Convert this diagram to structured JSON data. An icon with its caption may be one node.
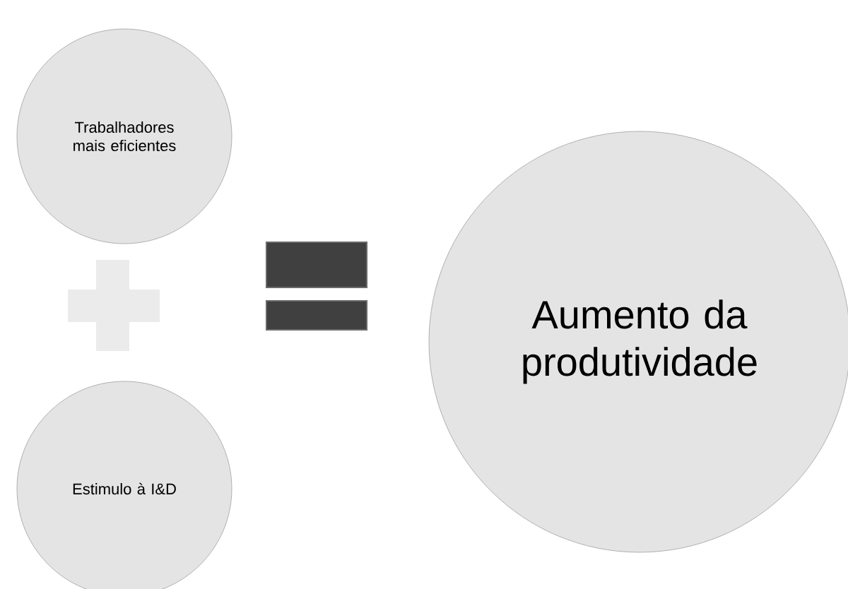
{
  "diagram": {
    "nodes": [
      {
        "text": [
          "Trabalhadores mais eficientes"
        ]
      },
      {
        "text": [
          "Estimulo à I&D"
        ]
      },
      {
        "text": [
          "Aumento da produtividade"
        ]
      }
    ]
  }
}
